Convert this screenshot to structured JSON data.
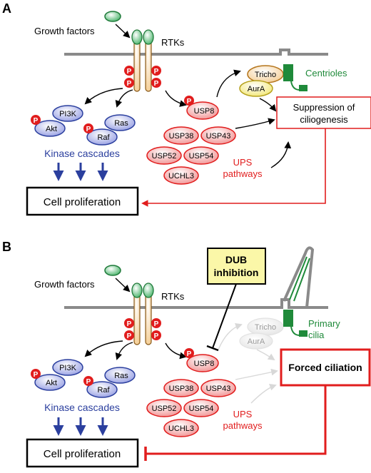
{
  "panel_a": {
    "label": "A",
    "growth_factors": "Growth factors",
    "rtks": "RTKs",
    "phospho": "P",
    "pi3k": "PI3K",
    "akt": "Akt",
    "ras": "Ras",
    "raf": "Raf",
    "kinase_cascades": "Kinase cascades",
    "usp8": "USP8",
    "usp38": "USP38",
    "usp43": "USP43",
    "usp52": "USP52",
    "usp54": "USP54",
    "uchl3": "UCHL3",
    "ups_line1": "UPS",
    "ups_line2": "pathways",
    "tricho": "Tricho",
    "aura": "AurA",
    "centrioles": "Centrioles",
    "suppression_line1": "Suppression of",
    "suppression_line2": "ciliogenesis",
    "cell_proliferation": "Cell proliferation"
  },
  "panel_b": {
    "label": "B",
    "growth_factors": "Growth factors",
    "rtks": "RTKs",
    "phospho": "P",
    "pi3k": "PI3K",
    "akt": "Akt",
    "ras": "Ras",
    "raf": "Raf",
    "kinase_cascades": "Kinase cascades",
    "usp8": "USP8",
    "usp38": "USP38",
    "usp43": "USP43",
    "usp52": "USP52",
    "usp54": "USP54",
    "uchl3": "UCHL3",
    "ups_line1": "UPS",
    "ups_line2": "pathways",
    "tricho": "Tricho",
    "aura": "AurA",
    "primary_cilia_line1": "Primary",
    "primary_cilia_line2": "cilia",
    "dub_line1": "DUB",
    "dub_line2": "inhibition",
    "forced_ciliation": "Forced ciliation",
    "cell_proliferation": "Cell proliferation"
  },
  "colors": {
    "red": "#e11d1d",
    "blue": "#2b3f9e",
    "green": "#1f8a3a",
    "receptor": "#e9c58a",
    "dub_box": "#fbf7a8",
    "aura": "#f3ec7a"
  }
}
